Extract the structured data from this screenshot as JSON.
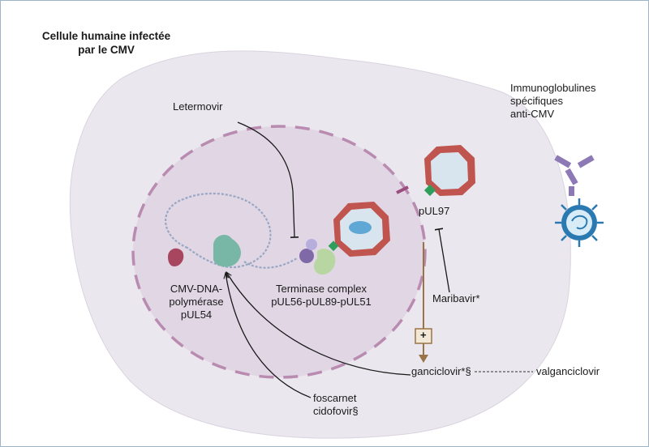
{
  "cell_title": [
    "Cellule humaine infectée",
    "par le CMV"
  ],
  "immunoglobulins": [
    "Immunoglobulines",
    "spécifiques",
    "anti-CMV"
  ],
  "letermovir": "Letermovir",
  "pul97": "pUL97",
  "maribavir": "Maribavir*",
  "polymerase": [
    "CMV-DNA-",
    "polymérase",
    "pUL54"
  ],
  "terminase": [
    "Terminase complex",
    "pUL56-pUL89-pUL51"
  ],
  "ganciclovir": "ganciclovir*§",
  "valganciclovir": "valganciclovir",
  "foscarnet": [
    "foscarnet",
    "cidofovir§"
  ],
  "plus": "+",
  "colors": {
    "cell": "#ebe7ee",
    "nucleus": "#e0d6e4",
    "nuclear_membrane": "#b98bb0",
    "capsid_shell": "#c0554f",
    "capsid_inner": "#d9e5ee",
    "polymerase": "#78b7a6",
    "terminase": "#b7d6a2",
    "kinase": "#2f9e5b",
    "virus_blue": "#2b79b1",
    "antibody": "#8c79b5",
    "arrow_brown": "#9a7446"
  }
}
